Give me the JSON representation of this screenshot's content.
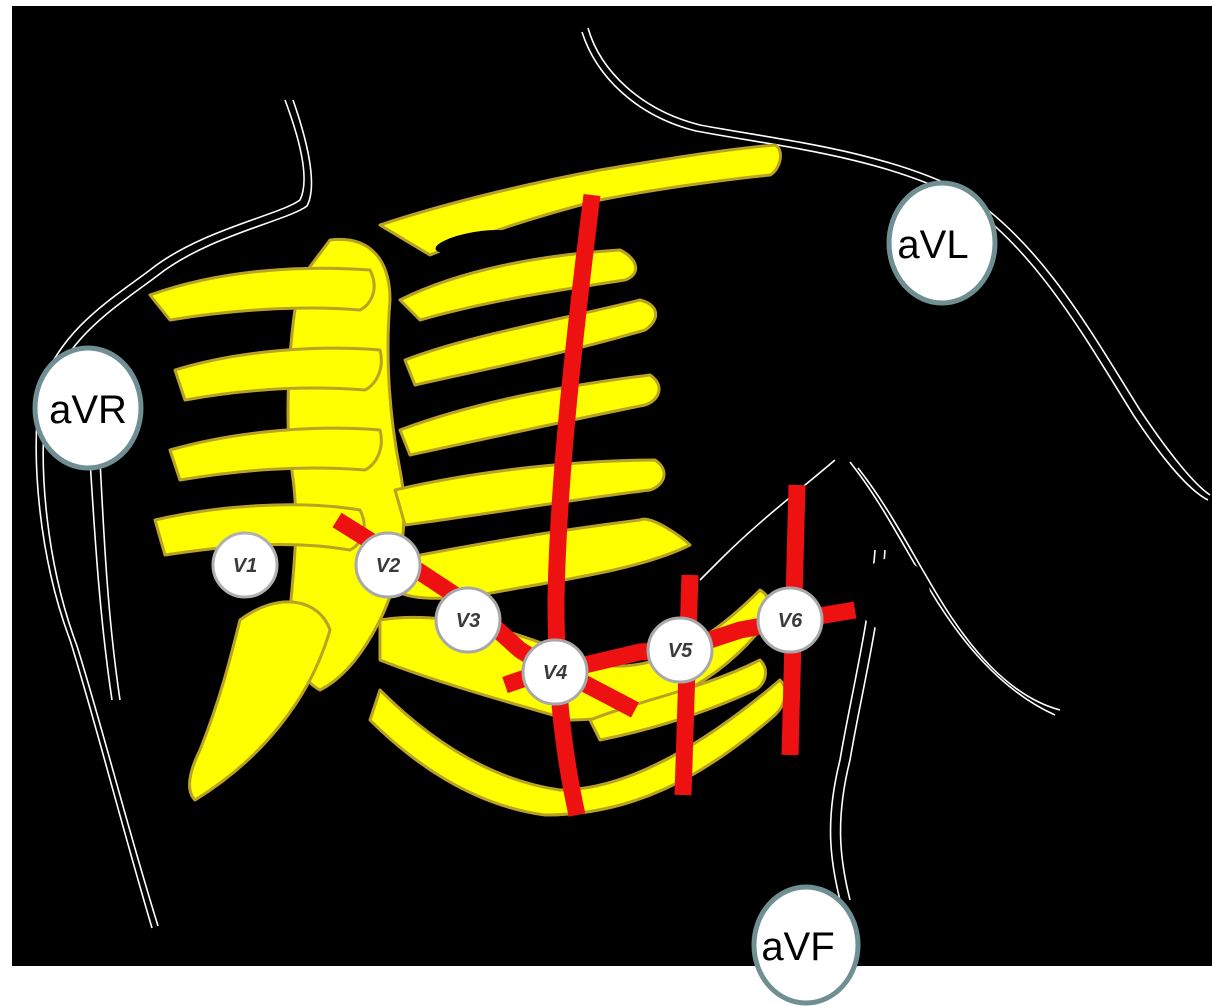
{
  "limb_leads": {
    "avr": "aVR",
    "avl": "aVL",
    "avf": "aVF"
  },
  "precordial_leads": {
    "v1": "V1",
    "v2": "V2",
    "v3": "V3",
    "v4": "V4",
    "v5": "V5",
    "v6": "V6"
  },
  "colors": {
    "background": "#000000",
    "ribs": "#ffff00",
    "reference_lines": "#ee1111",
    "body_outline": "#ffffff",
    "lead_circle_fill": "#ffffff",
    "lead_circle_stroke": "#6f8f93"
  }
}
